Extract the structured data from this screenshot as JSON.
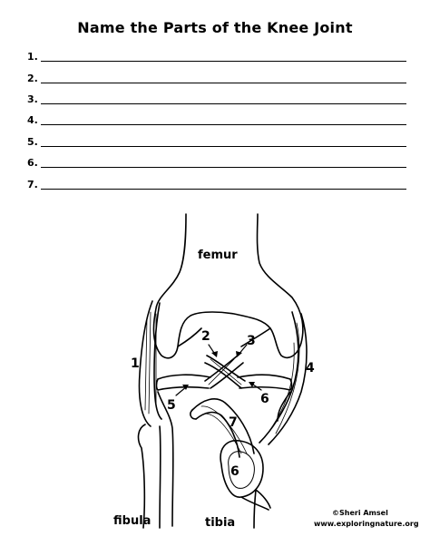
{
  "title": "Name the Parts of the Knee Joint",
  "answer_lines": [
    "1.",
    "2.",
    "3.",
    "4.",
    "5.",
    "6.",
    "7."
  ],
  "diagram": {
    "labels": {
      "femur": "femur",
      "fibula": "fibula",
      "tibia": "tibia"
    },
    "numbers": {
      "n1": "1",
      "n2": "2",
      "n3": "3",
      "n4": "4",
      "n5": "5",
      "n6a": "6",
      "n6b": "6",
      "n7": "7"
    },
    "credit": {
      "author": "©Sheri Amsel",
      "site": "www.exploringnature.org"
    }
  }
}
